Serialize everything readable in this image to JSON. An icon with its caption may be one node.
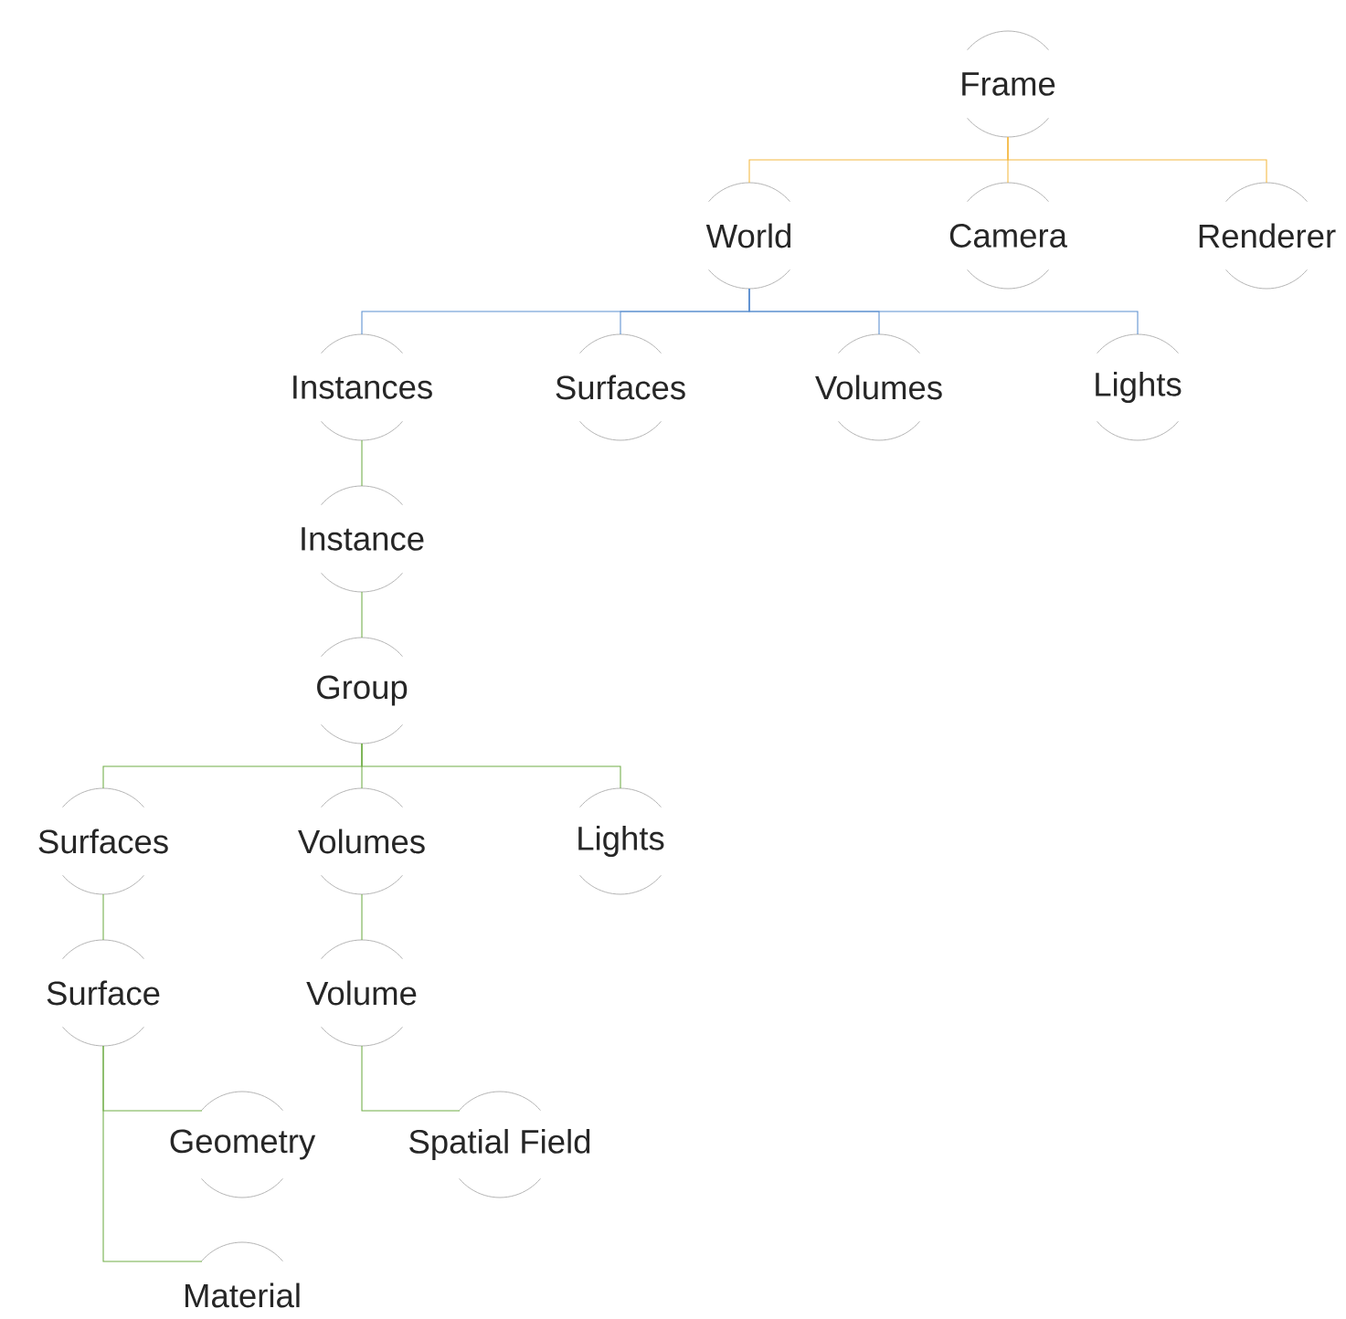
{
  "diagram": {
    "nodes": [
      {
        "text": [
          "Frame"
        ]
      },
      {
        "text": [
          "World"
        ]
      },
      {
        "text": [
          "Camera"
        ]
      },
      {
        "text": [
          "Renderer"
        ]
      },
      {
        "text": [
          "Instances"
        ]
      },
      {
        "text": [
          "Surfaces"
        ]
      },
      {
        "text": [
          "Volumes"
        ]
      },
      {
        "text": [
          "Lights"
        ]
      },
      {
        "text": [
          "Instance"
        ]
      },
      {
        "text": [
          "Group"
        ]
      },
      {
        "text": [
          "Surfaces"
        ]
      },
      {
        "text": [
          "Volumes"
        ]
      },
      {
        "text": [
          "Lights"
        ]
      },
      {
        "text": [
          "Surface"
        ]
      },
      {
        "text": [
          "Volume"
        ]
      },
      {
        "text": [
          "Geometry"
        ]
      },
      {
        "text": [
          "Spatial Field"
        ]
      },
      {
        "text": [
          "Material"
        ]
      }
    ],
    "edges": [
      {
        "from": 0,
        "to": 1,
        "arrow": "none",
        "color": "#f4b942"
      },
      {
        "from": 0,
        "to": 2,
        "arrow": "none",
        "color": "#f4b942"
      },
      {
        "from": 0,
        "to": 3,
        "arrow": "none",
        "color": "#f4b942"
      },
      {
        "from": 1,
        "to": 4,
        "arrow": "none",
        "color": "#5b8fd0"
      },
      {
        "from": 1,
        "to": 5,
        "arrow": "none",
        "color": "#5b8fd0"
      },
      {
        "from": 1,
        "to": 6,
        "arrow": "none",
        "color": "#5b8fd0"
      },
      {
        "from": 1,
        "to": 7,
        "arrow": "none",
        "color": "#5b8fd0"
      },
      {
        "from": 4,
        "to": 8,
        "arrow": "none"
      },
      {
        "from": 8,
        "to": 9,
        "arrow": "none"
      },
      {
        "from": 9,
        "to": 10,
        "arrow": "none"
      },
      {
        "from": 9,
        "to": 11,
        "arrow": "none"
      },
      {
        "from": 9,
        "to": 12,
        "arrow": "none"
      },
      {
        "from": 10,
        "to": 13,
        "arrow": "none"
      },
      {
        "from": 11,
        "to": 14,
        "arrow": "none"
      },
      {
        "from": 13,
        "to": 15,
        "arrow": "none"
      },
      {
        "from": 13,
        "to": 17,
        "arrow": "none"
      },
      {
        "from": 14,
        "to": 16,
        "arrow": "none"
      }
    ]
  }
}
